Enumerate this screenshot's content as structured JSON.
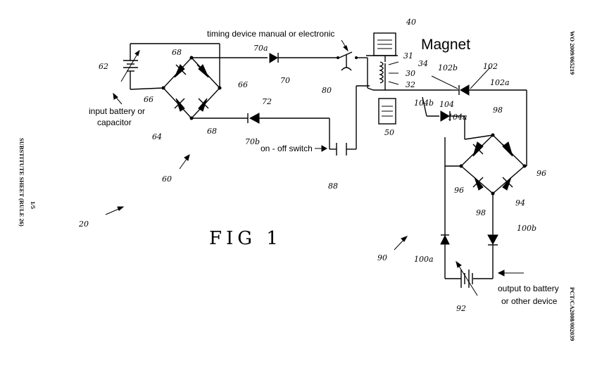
{
  "header_right": "WO 2009/065219",
  "footer_right": "PCT/CA2008/002039",
  "left_margin": {
    "sheet": "SUBSTITUTE SHEET (RULE 26)",
    "page": "1/5"
  },
  "figure_title": "FIG 1",
  "text_labels": {
    "timing": "timing device manual or electronic",
    "magnet": "Magnet",
    "input": [
      "input battery or",
      "capacitor"
    ],
    "switch": "on - off switch",
    "output": [
      "output to battery",
      "or other device"
    ]
  },
  "ref_numerals": {
    "n62": "62",
    "n68a": "68",
    "n66a": "66",
    "n66b": "66",
    "n64": "64",
    "n68b": "68",
    "n70a": "70a",
    "n70": "70",
    "n72": "72",
    "n70b": "70b",
    "n60": "60",
    "n80": "80",
    "n40": "40",
    "n31": "31",
    "n34": "34",
    "n30": "30",
    "n32": "32",
    "n102b": "102b",
    "n102": "102",
    "n102a": "102a",
    "n50": "50",
    "n104b": "104b",
    "n104": "104",
    "n104a": "104a",
    "n98a": "98",
    "n96a": "96",
    "n96b": "96",
    "n98b": "98",
    "n94": "94",
    "n88": "88",
    "n100a": "100a",
    "n100b": "100b",
    "n90": "90",
    "n92": "92",
    "n20": "20"
  }
}
